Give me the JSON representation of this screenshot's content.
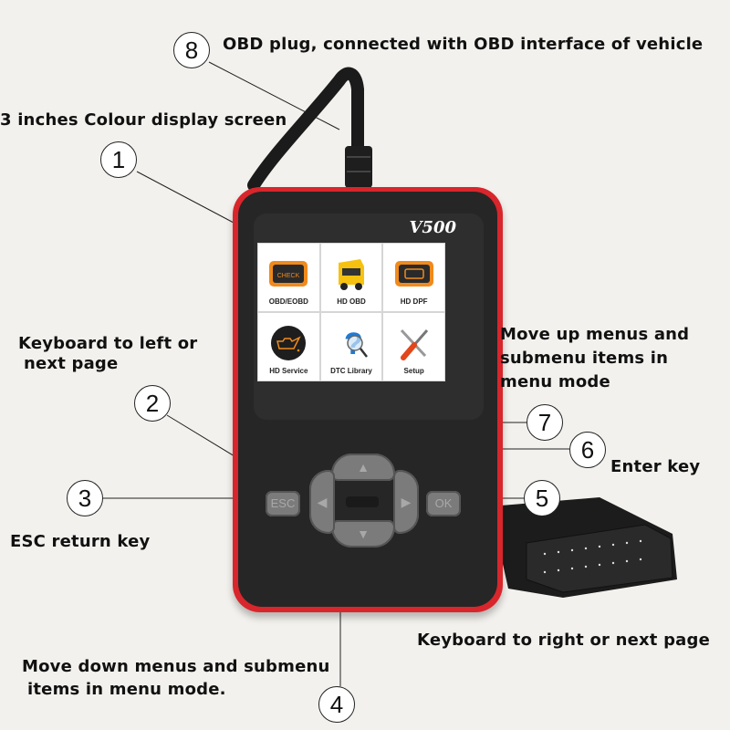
{
  "callouts": [
    {
      "id": "8",
      "number": "8",
      "text": "OBD plug, connected with OBD interface of vehicle"
    },
    {
      "id": "1",
      "number": "1",
      "text": "3 inches Colour display screen"
    },
    {
      "id": "2",
      "number": "2",
      "text_lines": [
        "Keyboard to left or",
        "next page"
      ]
    },
    {
      "id": "3",
      "number": "3",
      "text": "ESC return key"
    },
    {
      "id": "7",
      "number": "7",
      "text_lines": [
        "Move up menus and",
        "submenu items in",
        "menu mode"
      ]
    },
    {
      "id": "6",
      "number": "6",
      "text": "Enter key"
    },
    {
      "id": "5",
      "number": "5",
      "text": "Keyboard to right or next page"
    },
    {
      "id": "4",
      "number": "4",
      "text_lines": [
        "Move down menus and submenu",
        "items in menu mode."
      ]
    }
  ],
  "device": {
    "model": "V500",
    "body_color": "#d8262c",
    "face_color": "#262626",
    "menu": [
      {
        "label": "OBD/EOBD",
        "icon": "check-engine-icon"
      },
      {
        "label": "HD OBD",
        "icon": "truck-icon"
      },
      {
        "label": "HD DPF",
        "icon": "dpf-filter-icon"
      },
      {
        "label": "HD Service",
        "icon": "oil-can-icon"
      },
      {
        "label": "DTC Library",
        "icon": "question-magnifier-icon"
      },
      {
        "label": "Setup",
        "icon": "tools-icon"
      }
    ],
    "keys": {
      "esc": "ESC",
      "ok": "OK",
      "up": "▲",
      "down": "▼",
      "left": "◀",
      "right": "▶"
    }
  }
}
